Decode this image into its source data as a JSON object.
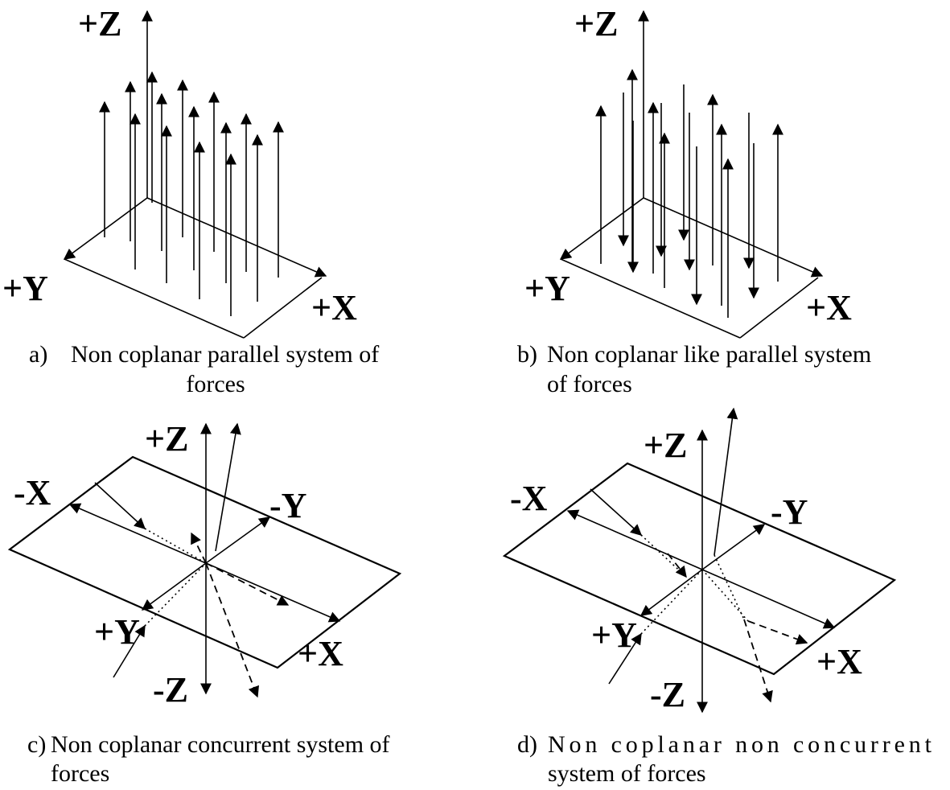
{
  "panels": [
    {
      "id": "a",
      "axes": {
        "z": "+Z",
        "y": "+Y",
        "x": "+X"
      },
      "caption": {
        "marker": "a)",
        "line1": "Non coplanar parallel system of",
        "line2": "forces"
      }
    },
    {
      "id": "b",
      "axes": {
        "z": "+Z",
        "y": "+Y",
        "x": "+X"
      },
      "caption": {
        "marker": "b)",
        "line1": "Non coplanar like parallel system",
        "line2": "of forces"
      }
    },
    {
      "id": "c",
      "axes": {
        "z_pos": "+Z",
        "z_neg": "-Z",
        "x_pos": "+X",
        "x_neg": "-X",
        "y_pos": "+Y",
        "y_neg": "-Y"
      },
      "caption": {
        "marker": "c)",
        "line1": "Non coplanar concurrent system of",
        "line2": "forces"
      }
    },
    {
      "id": "d",
      "axes": {
        "z_pos": "+Z",
        "z_neg": "-Z",
        "x_pos": "+X",
        "x_neg": "-X",
        "y_pos": "+Y",
        "y_neg": "-Y"
      },
      "caption": {
        "marker": "d)",
        "line1": "Non coplanar non concurrent",
        "line2": "system of forces"
      }
    }
  ]
}
